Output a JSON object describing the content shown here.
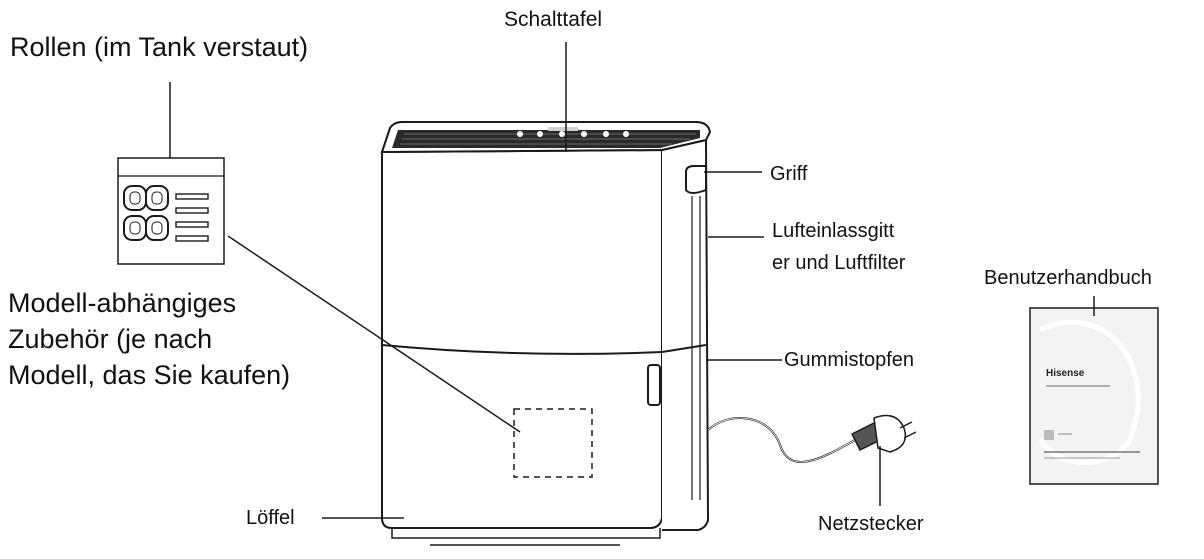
{
  "labels": {
    "wheels": "Rollen (im Tank verstaut)",
    "control_panel": "Schalttafel",
    "handle": "Griff",
    "air_inlet_line1": "Lufteinlassgitt",
    "air_inlet_line2": "er und Luftfilter",
    "manual": "Benutzerhandbuch",
    "accessory_line1": "Modell-abhängiges",
    "accessory_line2": "Zubehör (je nach",
    "accessory_line3": "Modell, das Sie kaufen)",
    "rubber_plug": "Gummistopfen",
    "scoop": "Löffel",
    "plug": "Netzstecker"
  },
  "manual_cover": {
    "brand": "Hisense"
  }
}
